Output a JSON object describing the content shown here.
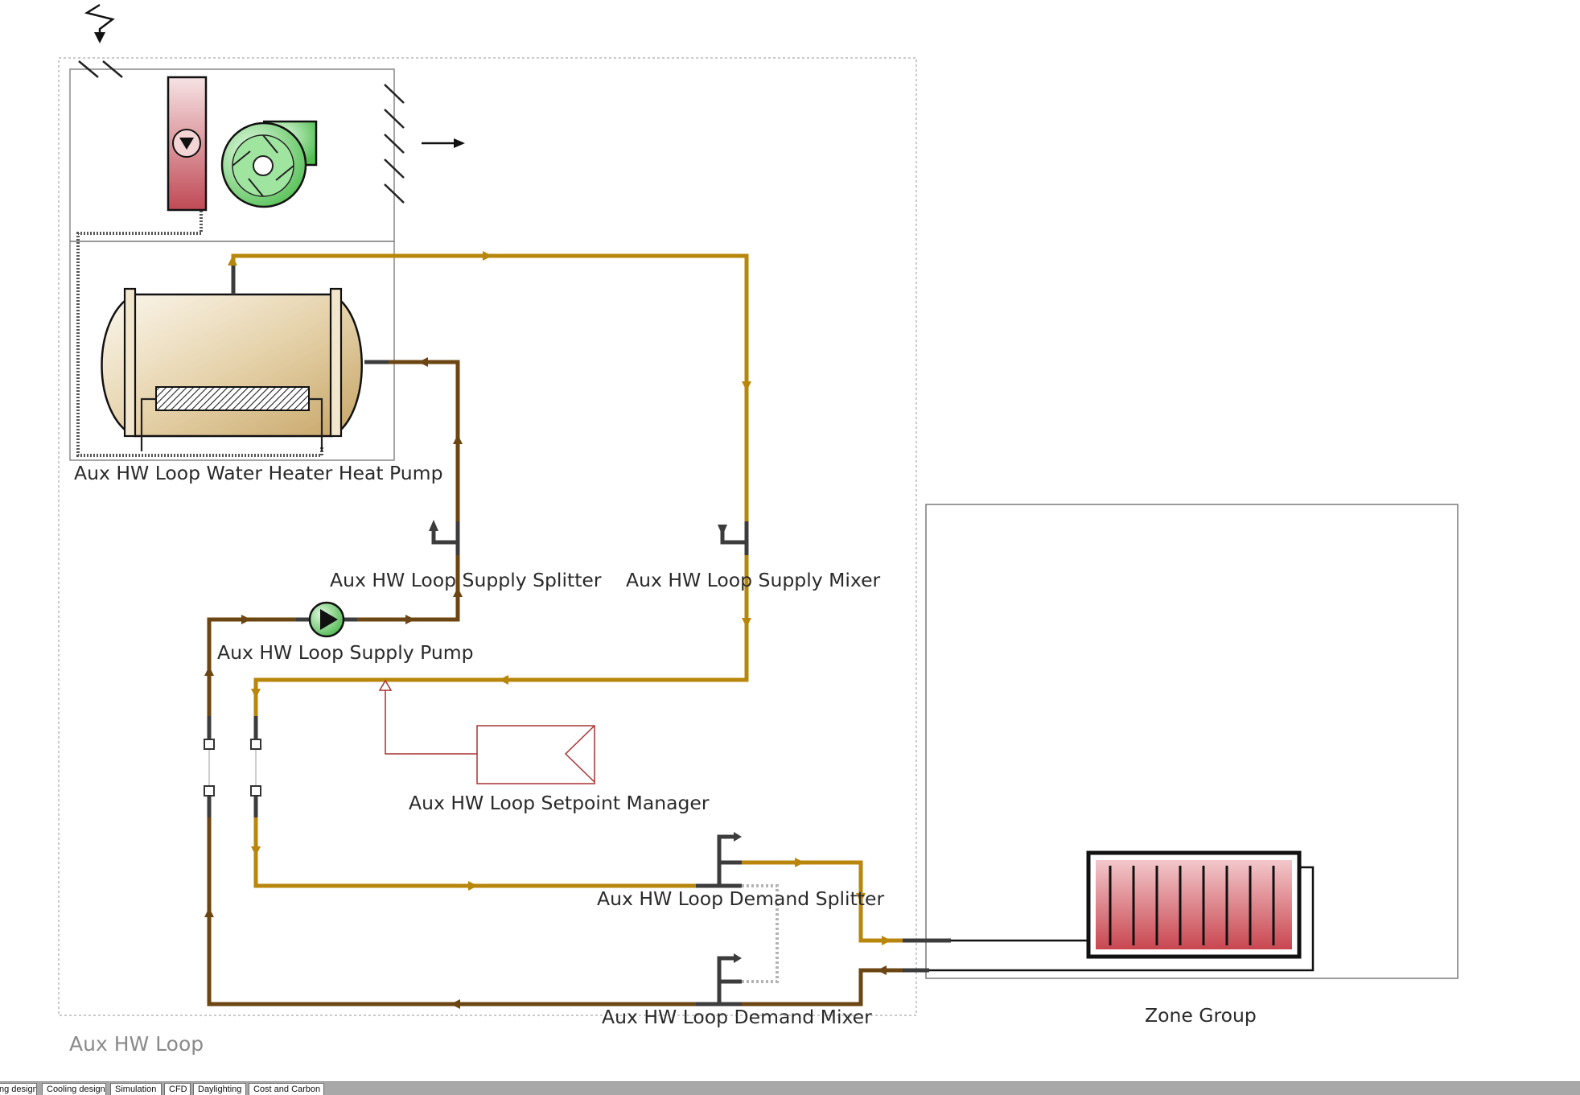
{
  "labels": {
    "water_heater": "Aux HW Loop Water Heater Heat Pump",
    "supply_splitter": "Aux HW Loop Supply Splitter",
    "supply_mixer": "Aux HW Loop Supply Mixer",
    "supply_pump": "Aux HW Loop Supply Pump",
    "setpoint_manager": "Aux HW Loop Setpoint Manager",
    "demand_splitter": "Aux HW Loop Demand Splitter",
    "demand_mixer": "Aux HW Loop Demand Mixer",
    "loop_name": "Aux HW Loop",
    "zone_group": "Zone Group"
  },
  "tabs": [
    {
      "label": "ng design"
    },
    {
      "label": "Cooling design"
    },
    {
      "label": "Simulation"
    },
    {
      "label": "CFD"
    },
    {
      "label": "Daylighting"
    },
    {
      "label": "Cost and Carbon"
    }
  ],
  "colors": {
    "supply_pipe": "#b8860b",
    "return_pipe": "#6b4512",
    "node": "#3c3c3c",
    "setpoint_manager": "#a83232",
    "tank_fill": "#e0c896",
    "evaporator": "#c9626a",
    "fan": "#5cc45c",
    "zone_equipment": "#c9505a"
  }
}
